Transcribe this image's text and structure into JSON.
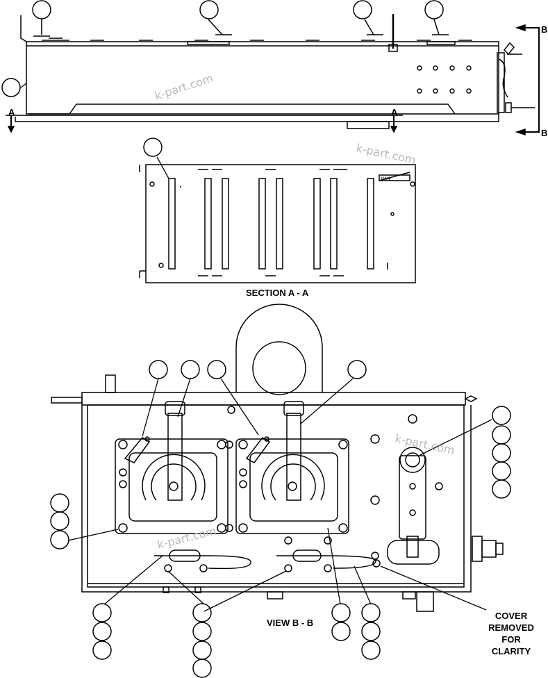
{
  "watermark": "k-part.com",
  "labels": {
    "section_marker_a": "A",
    "section_marker_b": "B",
    "section_aa": "SECTION A - A",
    "view_bb": "VIEW B - B",
    "cover_line1": "COVER",
    "cover_line2": "REMOVED",
    "cover_line3": "FOR",
    "cover_line4": "CLARITY"
  },
  "plate_mark": "1/4/4"
}
